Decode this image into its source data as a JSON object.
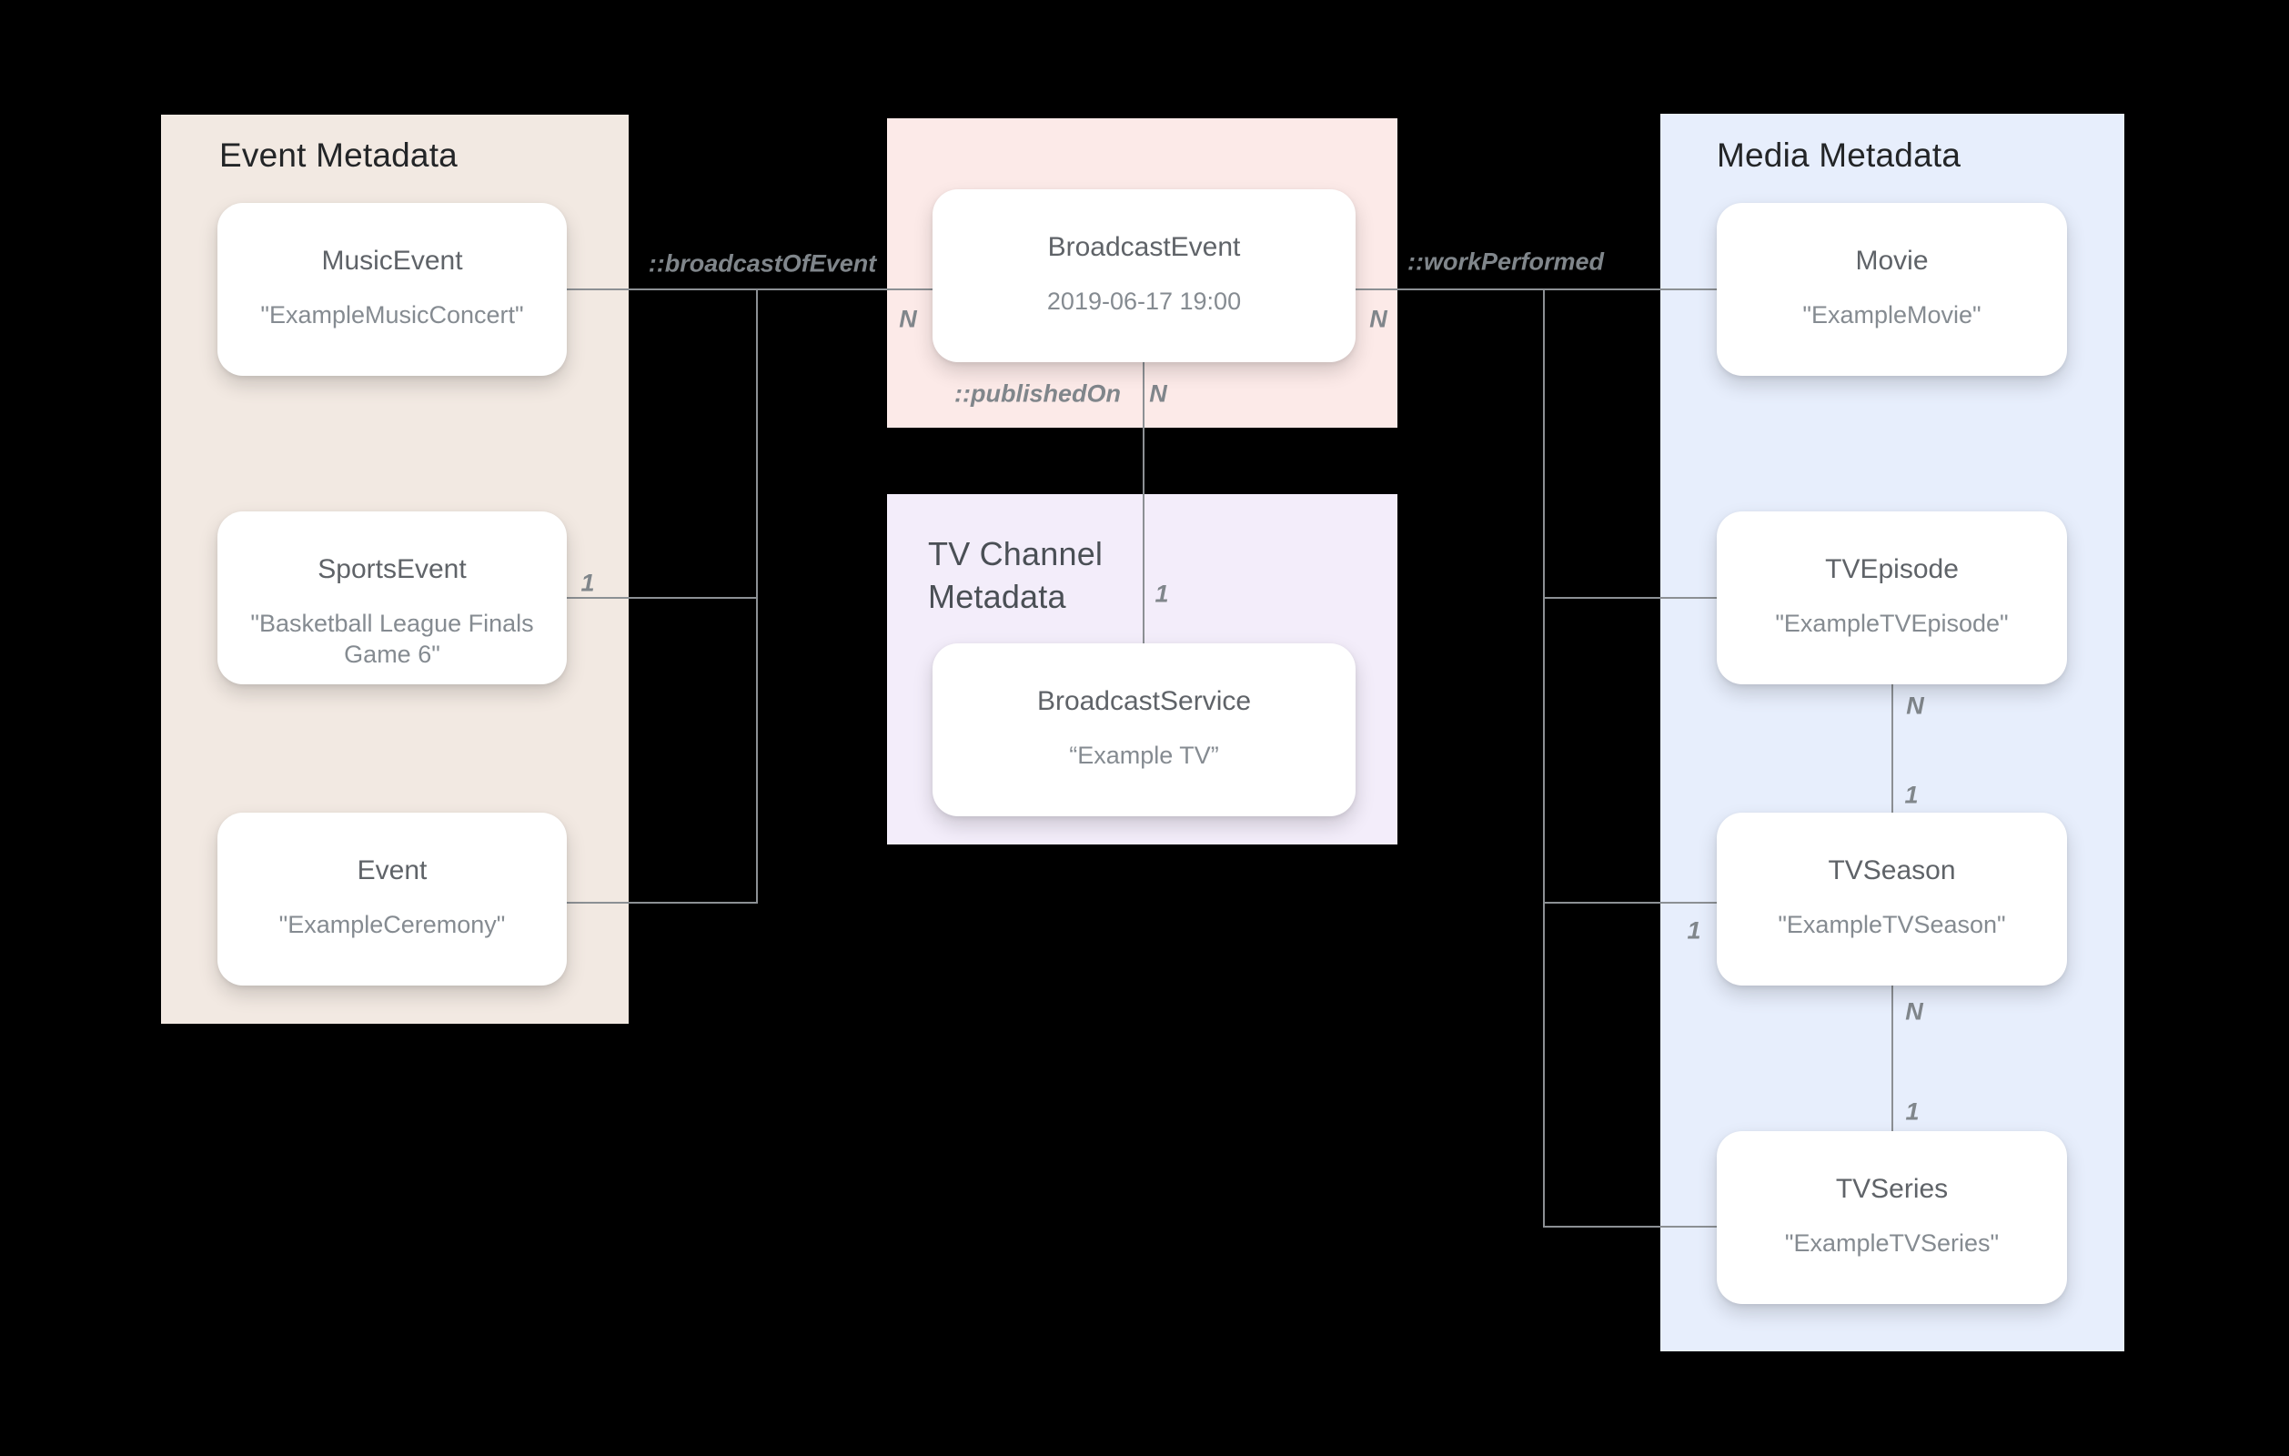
{
  "diagram": {
    "panels": {
      "event": {
        "title": "Event Metadata"
      },
      "tv": {
        "title": "TV Channel Metadata"
      },
      "media": {
        "title": "Media Metadata"
      }
    },
    "cards": {
      "music_event": {
        "title": "MusicEvent",
        "value": "\"ExampleMusicConcert\""
      },
      "sports_event": {
        "title": "SportsEvent",
        "value": "\"Basketball League Finals Game 6\""
      },
      "event": {
        "title": "Event",
        "value": "\"ExampleCeremony\""
      },
      "broadcast_event": {
        "title": "BroadcastEvent",
        "value": "2019-06-17 19:00"
      },
      "broadcast_service": {
        "title": "BroadcastService",
        "value": "“Example TV”"
      },
      "movie": {
        "title": "Movie",
        "value": "\"ExampleMovie\""
      },
      "tv_episode": {
        "title": "TVEpisode",
        "value": "\"ExampleTVEpisode\""
      },
      "tv_season": {
        "title": "TVSeason",
        "value": "\"ExampleTVSeason\""
      },
      "tv_series": {
        "title": "TVSeries",
        "value": "\"ExampleTVSeries\""
      }
    },
    "relations": {
      "broadcast_of_event": "::broadcastOfEvent",
      "work_performed": "::workPerformed",
      "published_on": "::publishedOn"
    },
    "cardinalities": {
      "broadcast_event_left_n": "N",
      "broadcast_event_right_n": "N",
      "published_on_n": "N",
      "published_on_one": "1",
      "event_side_one": "1",
      "work_side_one": "1",
      "episode_to_season_n": "N",
      "episode_to_season_one": "1",
      "season_to_series_n": "N",
      "season_to_series_one": "1"
    },
    "colors": {
      "background": "#000000",
      "event_panel": "#f2e9e2",
      "broadcast_panel": "#fceae8",
      "tv_panel": "#f3edfa",
      "media_panel": "#e7eefc",
      "line": "#8c9094",
      "label": "#80868b",
      "card_title": "#5f6368",
      "card_value": "#858b91",
      "panel_title": "#232527",
      "tv_panel_title": "#4a4f55"
    }
  }
}
